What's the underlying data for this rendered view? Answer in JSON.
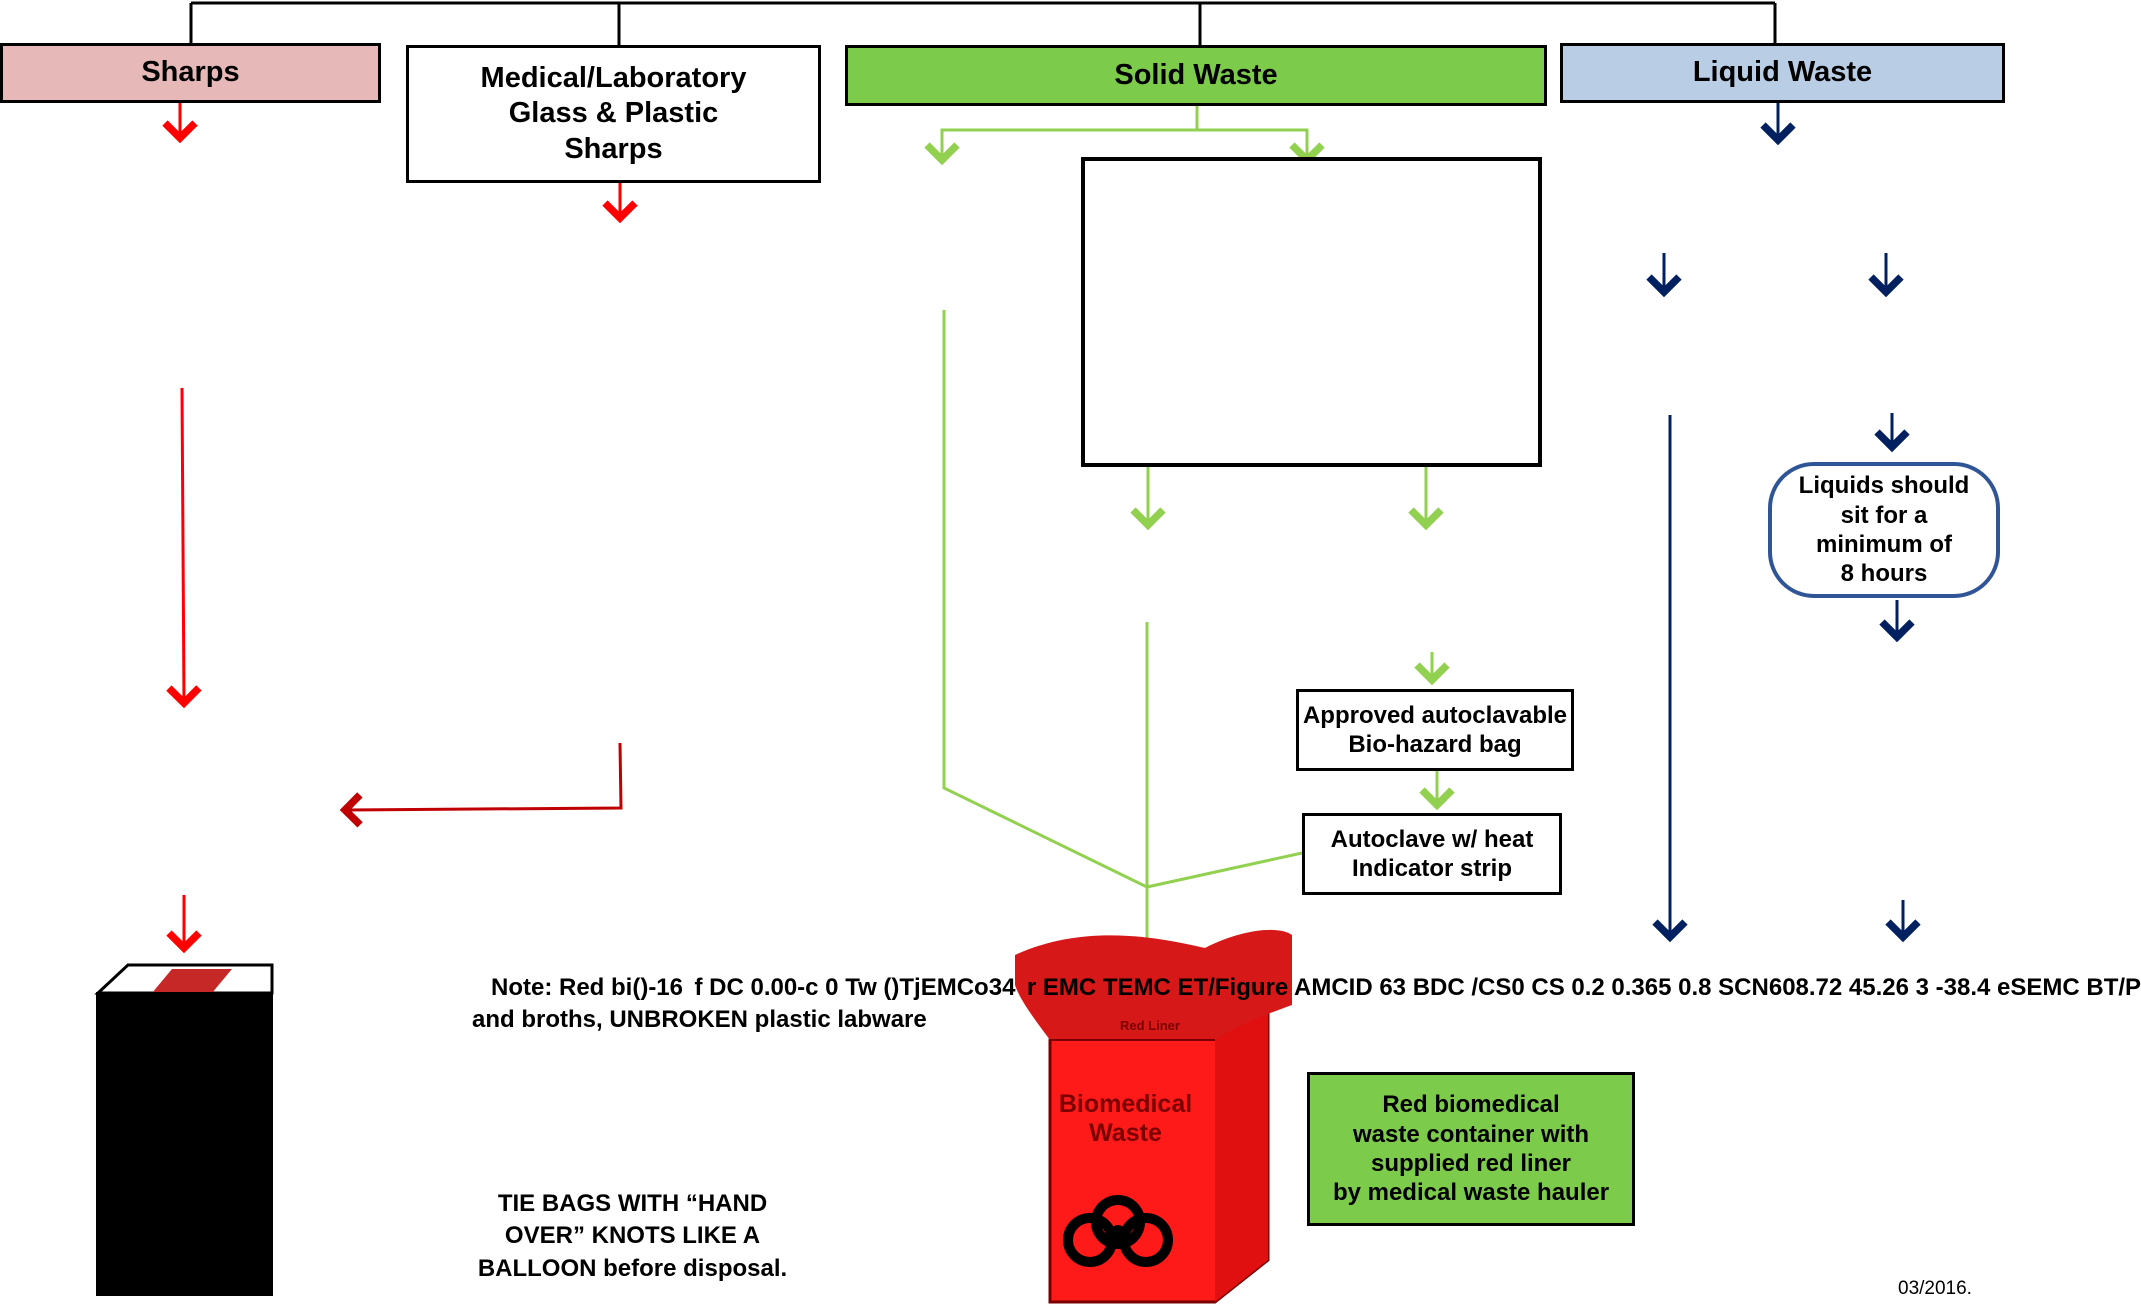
{
  "headers": {
    "sharps": "Sharps",
    "med_lab": "Medical/Laboratory\nGlass & Plastic\nSharps",
    "solid": "Solid Waste",
    "liquid": "Liquid Waste"
  },
  "boxes": {
    "liquids_sit": "Liquids should\nsit for a\nminimum of\n8 hours",
    "bio_bag": "Approved autoclavable\nBio-hazard bag",
    "autoclave": "Autoclave w/ heat\nIndicator strip",
    "red_container": "Red biomedical\nwaste container with\nsupplied red liner\nby medical waste hauler"
  },
  "notes": {
    "note_line1": "Note: Red bi()-16  f DC 0.00-c 0 Tw ()TjEMCo34  r EMC TEMC ET/Figure AMCID 63 BDC /CS0 CS 0.2 0.365 0.8 SCN608.72 45.26 3 -38.4 eSEMC BT/P",
    "note_line2": "and broths, UNBROKEN plastic labware",
    "tie_bags": "TIE BAGS WITH “HAND\nOVER” KNOTS LIKE A\nBALLOON before disposal.",
    "date": "03/2016."
  },
  "bin": {
    "liner_label": "Red Liner",
    "label": "Biomedical\nWaste"
  },
  "colors": {
    "sharps_bg": "#e6b9b8",
    "solid_bg": "#7dcb4b",
    "liquid_bg": "#b9cde5",
    "red_arrow": "#ff0000",
    "green_arrow": "#92d050",
    "navy_arrow": "#002060",
    "liquid_box_border": "#2f5597",
    "container_box_bg": "#7dcb4b"
  }
}
